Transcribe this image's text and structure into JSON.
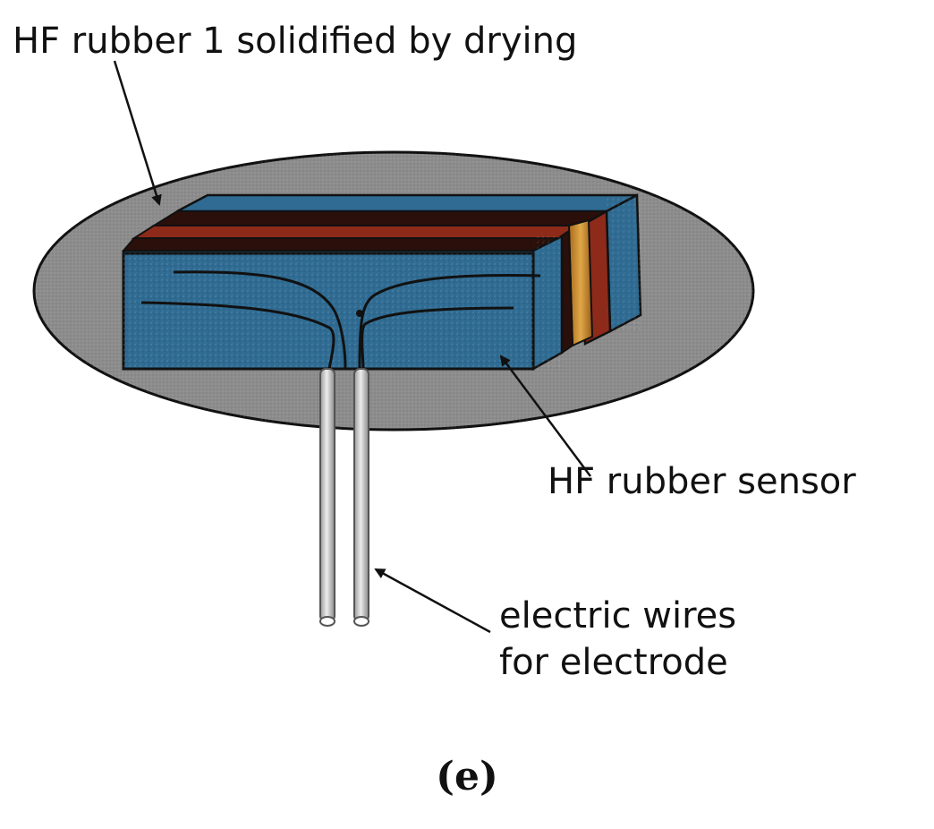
{
  "labels": {
    "rubber_base": "HF rubber 1 solidified by drying",
    "sensor": "HF rubber sensor",
    "wires_line1": "electric wires",
    "wires_line2": "for electrode"
  },
  "panel_label": "(e)",
  "colors": {
    "base_ellipse": "#8c8c8c",
    "sensor_blue": "#2f6b92",
    "sensor_blue_dark": "#245776",
    "electrode_red": "#8e2a1a",
    "electrode_dark": "#2a0f0a",
    "gold_layer": "#c78a2f",
    "wire_gray": "#c9c9c9",
    "outline": "#111111"
  },
  "icons": {
    "arrow": "arrow-icon"
  }
}
